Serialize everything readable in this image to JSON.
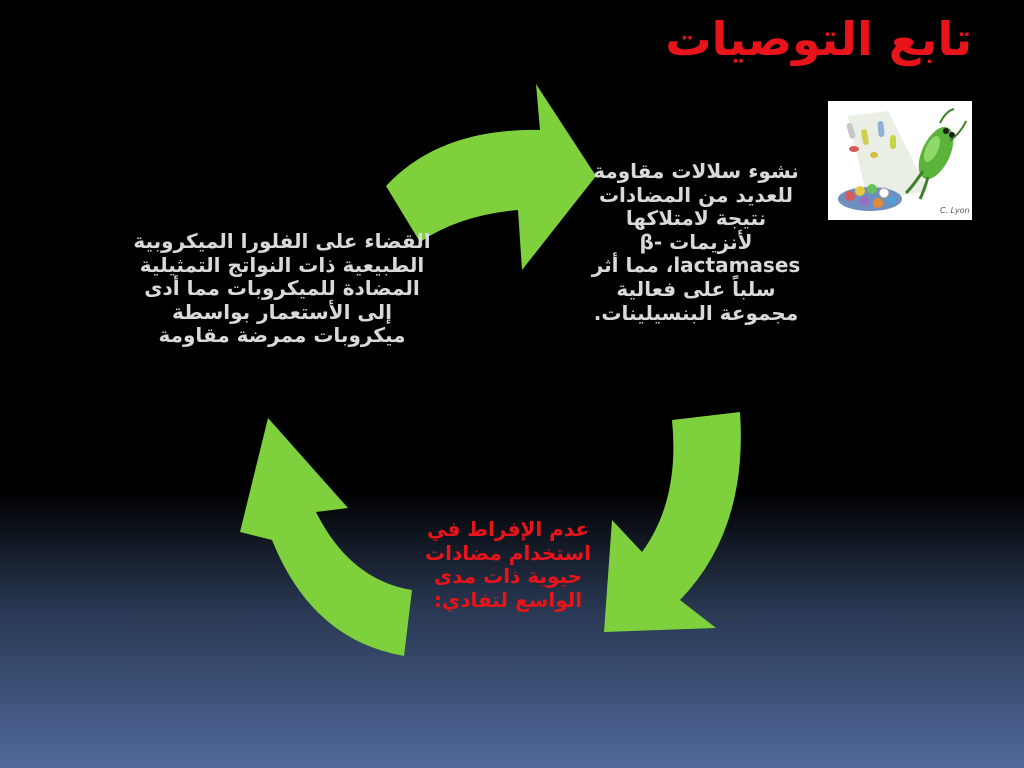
{
  "slide": {
    "title": "تابع التوصيات",
    "background_colors": [
      "#000000",
      "#50699a"
    ]
  },
  "thumbnail": {
    "icon": "bacterium-illustration-icon",
    "signature": "C. Lyon"
  },
  "cycle": {
    "arrow_color": "#7ed13c",
    "nodes": [
      {
        "id": "top-right",
        "text": "نشوء سلالات مقاومة للعديد من المضادات نتيجة لامتلاكها لأنزيمات β-lactamases، مما أثر سلباً على فعالية مجموعة البنسيلينات.",
        "color": "#d9d9d9"
      },
      {
        "id": "bottom",
        "text": "عدم الإفراط في استخدام مضادات حيوية ذات مدى الواسع لتفادي:",
        "color": "#e8141a"
      },
      {
        "id": "left",
        "text": "القضاء على الفلورا الميكروبية الطبيعية ذات النواتج التمثيلية المضادة للميكروبات مما أدى إلى الأستعمار بواسطة ميكروبات ممرضة مقاومة",
        "color": "#d9d9d9"
      }
    ]
  }
}
